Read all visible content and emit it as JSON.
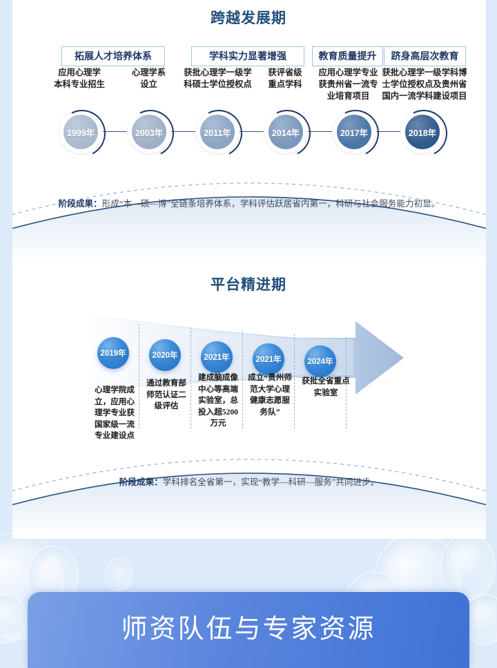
{
  "background": {
    "page_color": "#dceafa",
    "card_color": "#ffffff"
  },
  "sections": [
    {
      "id": "stage1",
      "title": "跨越发展期",
      "groups": [
        {
          "label": "拓展人才培养体系"
        },
        {
          "label": "学科实力显著增强"
        },
        {
          "label": "教育质量提升"
        },
        {
          "label": "跻身高层次教育"
        }
      ],
      "milestones": [
        {
          "year": "1999年",
          "desc": "应用心理学\n本科专业招生",
          "color": "#aab9cd"
        },
        {
          "year": "2003年",
          "desc": "心理学系\n设立",
          "color": "#9eb0c8"
        },
        {
          "year": "2011年",
          "desc": "获批心理学一级学\n科硕士学位授权点",
          "color": "#8ca5c4"
        },
        {
          "year": "2014年",
          "desc": "获评省级\n重点学科",
          "color": "#7a97bc"
        },
        {
          "year": "2017年",
          "desc": "应用心理学专业\n获贵州省一流专\n业培育项目",
          "color": "#4a75a8"
        },
        {
          "year": "2018年",
          "desc": "获批心理学一级学科博\n士学位授权点及贵州省\n国内一流学科建设项目",
          "color": "#2e5a8c"
        }
      ],
      "result_label": "阶段成果：",
      "result_text": "形成“本—硕—博”全链条培养体系，学科评估跃居省内第一，科研与社会服务能力初显。"
    },
    {
      "id": "stage2",
      "title": "平台精进期",
      "milestones": [
        {
          "year": "2019年",
          "desc": "心理学院成立，应用心理学专业获国家级一流专业建设点"
        },
        {
          "year": "2020年",
          "desc": "通过教育部师范认证二级评估"
        },
        {
          "year": "2021年",
          "desc": "建成脑成像中心等高端实验室，总投入超5200万元"
        },
        {
          "year": "2021年",
          "desc": "成立“贵州师范大学心理健康志愿服务队”"
        },
        {
          "year": "2024年",
          "desc": "获批全省重点实验室"
        }
      ],
      "result_label": "阶段成果：",
      "result_text": "学科排名全省第一，实现“教学—科研—服务”共同进步。"
    }
  ],
  "bottom_banner": {
    "title": "师资队伍与专家资源",
    "color": "#4f7cd9"
  }
}
